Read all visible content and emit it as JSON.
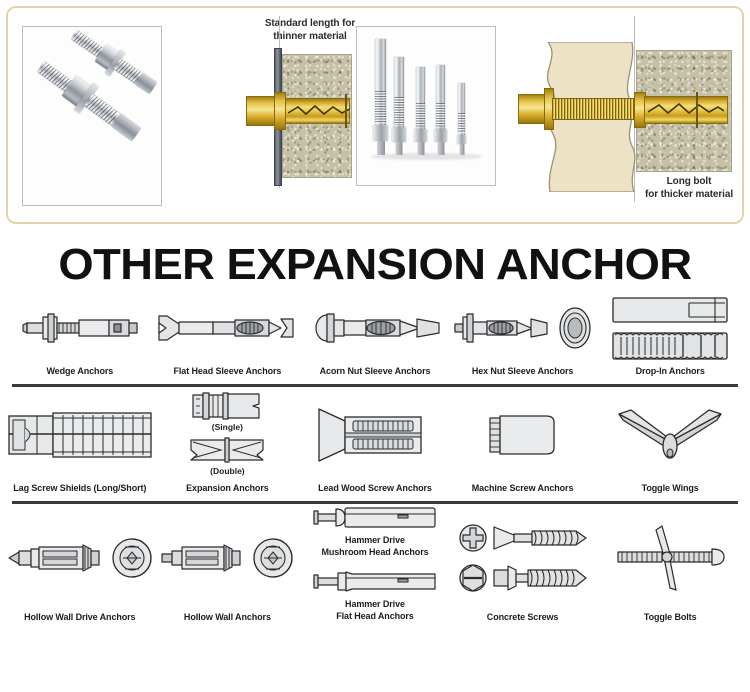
{
  "hero": {
    "captions": [
      {
        "id": "standard-length",
        "line1": "Standard length for",
        "line2": "thinner material"
      },
      {
        "id": "long-bolt",
        "line1": "Long bolt",
        "line2": "for thicker material"
      }
    ],
    "border_color": "#e3d3a8",
    "concrete_color": "#c6c1a6",
    "brass_color": "#e8c646",
    "steel_color": "#b5bac1"
  },
  "title": "OTHER EXPANSION ANCHOR",
  "divider_color": "#3a3a3a",
  "rows": [
    {
      "id": "row-1",
      "items": [
        {
          "id": "wedge-anchors",
          "label": "Wedge Anchors",
          "icon": "wedge-anchor-icon"
        },
        {
          "id": "flat-head-sleeve-anchors",
          "label": "Flat Head Sleeve Anchors",
          "icon": "flat-head-sleeve-anchor-icon"
        },
        {
          "id": "acorn-nut-sleeve-anchors",
          "label": "Acorn Nut Sleeve Anchors",
          "icon": "acorn-nut-sleeve-anchor-icon"
        },
        {
          "id": "hex-nut-sleeve-anchors",
          "label": "Hex Nut Sleeve Anchors",
          "icon": "hex-nut-sleeve-anchor-icon"
        },
        {
          "id": "drop-in-anchors",
          "label": "Drop-In Anchors",
          "icon": "drop-in-anchor-icon"
        }
      ]
    },
    {
      "id": "row-2",
      "items": [
        {
          "id": "lag-screw-shields",
          "label": "Lag Screw Shields (Long/Short)",
          "icon": "lag-screw-shield-icon"
        },
        {
          "id": "expansion-anchors",
          "label": "Expansion Anchors",
          "icon": "expansion-anchor-icon",
          "sublabels": [
            "(Single)",
            "(Double)"
          ]
        },
        {
          "id": "lead-wood-screw-anchors",
          "label": "Lead Wood Screw Anchors",
          "icon": "lead-wood-screw-anchor-icon"
        },
        {
          "id": "machine-screw-anchors",
          "label": "Machine Screw Anchors",
          "icon": "machine-screw-anchor-icon"
        },
        {
          "id": "toggle-wings",
          "label": "Toggle Wings",
          "icon": "toggle-wing-icon"
        }
      ]
    },
    {
      "id": "row-3",
      "items": [
        {
          "id": "hollow-wall-drive-anchors",
          "label": "Hollow Wall Drive Anchors",
          "icon": "hollow-wall-drive-anchor-icon"
        },
        {
          "id": "hollow-wall-anchors",
          "label": "Hollow Wall Anchors",
          "icon": "hollow-wall-anchor-icon"
        },
        {
          "id": "hammer-drive-anchors",
          "label": "",
          "icon": "hammer-drive-anchor-icon",
          "label_top_line1": "Hammer Drive",
          "label_top_line2": "Mushroom Head Anchors",
          "label_bottom_line1": "Hammer Drive",
          "label_bottom_line2": "Flat Head Anchors"
        },
        {
          "id": "concrete-screws",
          "label": "Concrete Screws",
          "icon": "concrete-screw-icon"
        },
        {
          "id": "toggle-bolts",
          "label": "Toggle Bolts",
          "icon": "toggle-bolt-icon"
        }
      ]
    }
  ]
}
